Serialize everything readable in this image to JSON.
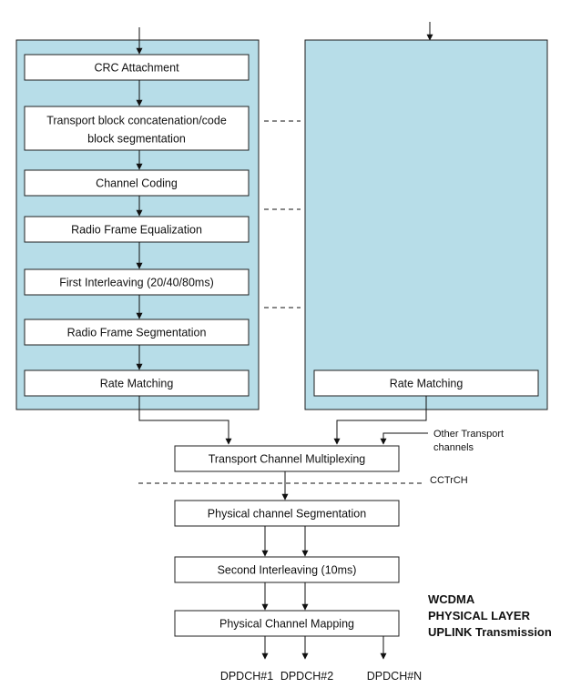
{
  "blocks": {
    "crc": "CRC Attachment",
    "concat_line1": "Transport block concatenation/code",
    "concat_line2": "block segmentation",
    "coding": "Channel Coding",
    "equalization": "Radio Frame Equalization",
    "first_interleaving": "First Interleaving (20/40/80ms)",
    "segmentation": "Radio Frame Segmentation",
    "rate_matching_left": "Rate Matching",
    "rate_matching_right": "Rate Matching",
    "multiplexing": "Transport Channel Multiplexing",
    "phys_segmentation": "Physical channel Segmentation",
    "second_interleaving": "Second Interleaving (10ms)",
    "mapping": "Physical Channel Mapping"
  },
  "labels": {
    "other_line1": "Other Transport",
    "other_line2": "channels",
    "cctrch": "CCTrCH"
  },
  "outputs": [
    "DPDCH#1",
    "DPDCH#2",
    "DPDCH#N"
  ],
  "title": {
    "line1": "WCDMA",
    "line2": "PHYSICAL LAYER",
    "line3": "UPLINK Transmission"
  },
  "colors": {
    "panel_fill": "#b7dde8",
    "box_fill": "#ffffff",
    "stroke": "#1f1f1f"
  }
}
